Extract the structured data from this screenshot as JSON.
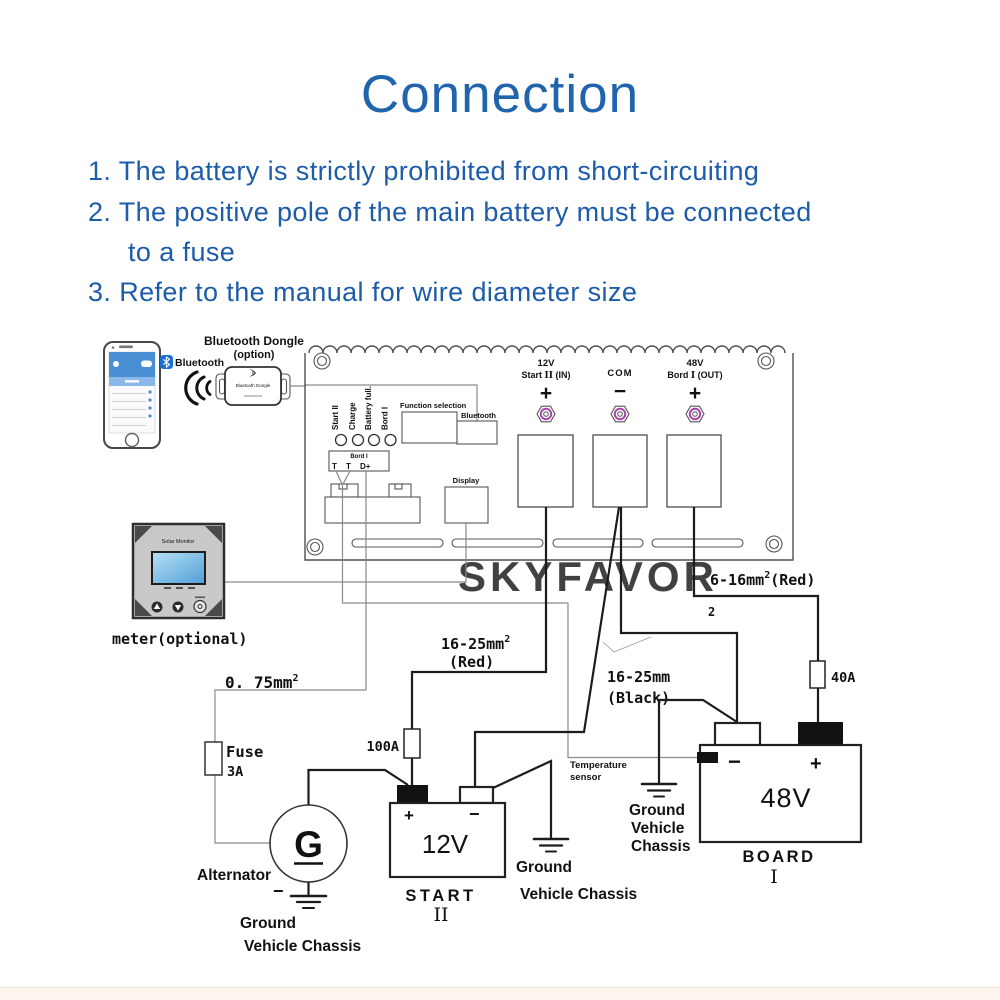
{
  "title": "Connection",
  "instructions": [
    "1. The battery is strictly prohibited from short-circuiting",
    "2. The positive pole of the main battery must be connected",
    "to a fuse",
    "3. Refer to the manual for wire diameter size"
  ],
  "watermark": "SKYFAVOR",
  "bluetooth": {
    "logo_text": "Bluetooth",
    "dongle_title": "Bluetooth Dongle",
    "dongle_subtitle": "(option)",
    "dongle_inner": "Bluetooth Dongle"
  },
  "board": {
    "led_labels": [
      "Start II",
      "Charge",
      "Battery full.",
      "Bord I"
    ],
    "function_selection_label": "Function selection",
    "bluetooth_box_label": "Bluetooth",
    "display_label": "Display",
    "terminal_block": {
      "title": "Bord I",
      "pin1": "T",
      "pin2": "T",
      "pin3": "D+"
    },
    "terminal_in": {
      "voltage": "12V",
      "pre": "Start ",
      "num": "II",
      "post": " (IN)",
      "sign": "+"
    },
    "terminal_com": {
      "label": "COM",
      "sign": "−"
    },
    "terminal_out": {
      "voltage": "48V",
      "pre": "Bord ",
      "num": "I",
      "post": " (OUT)",
      "sign": "+"
    }
  },
  "meter": {
    "screen_title": "Solar Monitor",
    "caption": "meter(optional)"
  },
  "wire_labels": {
    "dplus": {
      "main": "0. 75mm",
      "sup": "2"
    },
    "in_red": {
      "main": "16-25mm",
      "sup": "2",
      "color": "(Red)"
    },
    "com_black": {
      "main": "16-25mm",
      "color": "(Black)",
      "stray_sup": "2"
    },
    "out_red": {
      "main": "6-16mm",
      "sup": "2",
      "color": "(Red)"
    }
  },
  "fuses": {
    "f3a_name": "Fuse",
    "f3a_rating": "3A",
    "f100a": "100A",
    "f40a": "40A"
  },
  "alternator": {
    "label": "Alternator",
    "minus": "−",
    "symbol": "G"
  },
  "battery12": {
    "voltage": "12V",
    "plus": "+",
    "minus": "−",
    "name": "START",
    "num": "II"
  },
  "battery48": {
    "voltage": "48V",
    "plus": "+",
    "minus": "−",
    "name": "BOARD",
    "num": "I"
  },
  "temp_sensor": {
    "line1": "Temperature",
    "line2": "sensor"
  },
  "ground_alt": {
    "line1": "Ground",
    "line2": "Vehicle Chassis"
  },
  "ground_12v": {
    "line1": "Ground",
    "line2": "Vehicle Chassis"
  },
  "ground_48v": {
    "line1": "Ground",
    "line2": "Vehicle",
    "line3": "Chassis"
  },
  "colors": {
    "heading_blue": "#2164ae",
    "text_blue": "#1d5ca8",
    "wire_black": "#1c1c1c",
    "wire_gray": "#8a8a8a",
    "nut_magenta": "#aa44aa",
    "watermark": "#b5cdd5",
    "lcd_blue": "#5aa7dc",
    "phone_blue": "#4a8fd4"
  }
}
